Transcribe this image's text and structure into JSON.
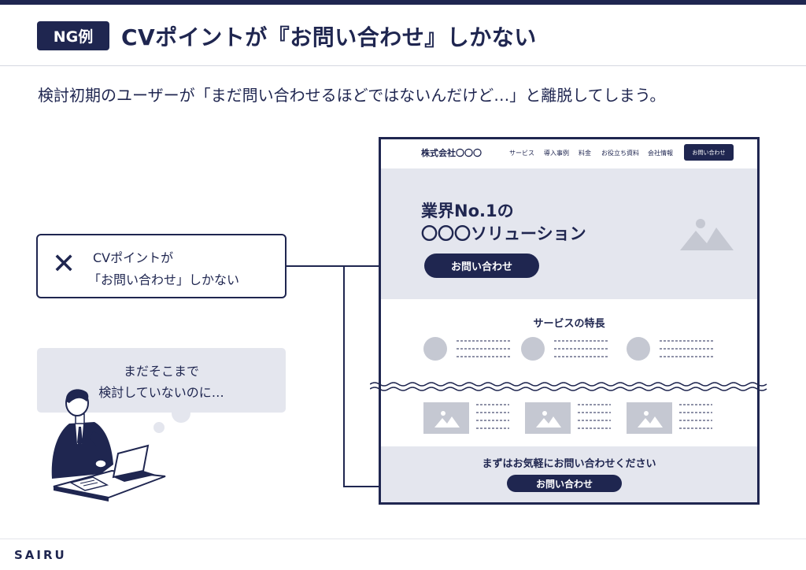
{
  "header": {
    "badge": "NG例",
    "title": "CVポイントが『お問い合わせ』しかない"
  },
  "subtitle": "検討初期のユーザーが「まだ問い合わせるほどではないんだけど…」と離脱してしまう。",
  "callout": {
    "mark": "✕",
    "line1": "CVポイントが",
    "line2": "「お問い合わせ」しかない"
  },
  "thought": {
    "line1": "まだそこまで",
    "line2": "検討していないのに…"
  },
  "mock_site": {
    "logo": "株式会社〇〇〇",
    "nav": [
      "サービス",
      "導入事例",
      "料金",
      "お役立ち資料",
      "会社情報"
    ],
    "nav_button": "お問い合わせ",
    "hero_title_line1": "業界No.1の",
    "hero_title_line2": "〇〇〇ソリューション",
    "hero_button": "お問い合わせ",
    "features_title": "サービスの特長",
    "cta_text": "まずはお気軽にお問い合わせください",
    "cta_button": "お問い合わせ"
  },
  "footer": {
    "brand": "SAIRU"
  },
  "colors": {
    "navy": "#1f2650",
    "light_gray": "#e4e6ee",
    "placeholder_gray": "#c5c8d2"
  }
}
